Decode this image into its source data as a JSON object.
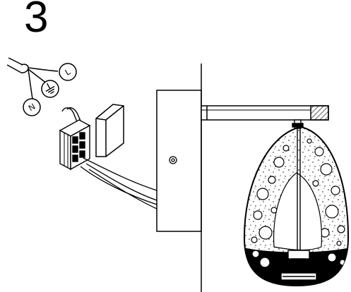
{
  "step": {
    "number": "3"
  },
  "wiring": {
    "terminals": [
      {
        "id": "neutral",
        "label": "N",
        "icon": "neutral-wire-icon"
      },
      {
        "id": "earth",
        "label": "",
        "icon": "earth-ground-icon"
      },
      {
        "id": "live",
        "label": "L",
        "icon": "live-wire-icon"
      }
    ]
  },
  "colors": {
    "line": "#000000",
    "background": "#ffffff"
  }
}
